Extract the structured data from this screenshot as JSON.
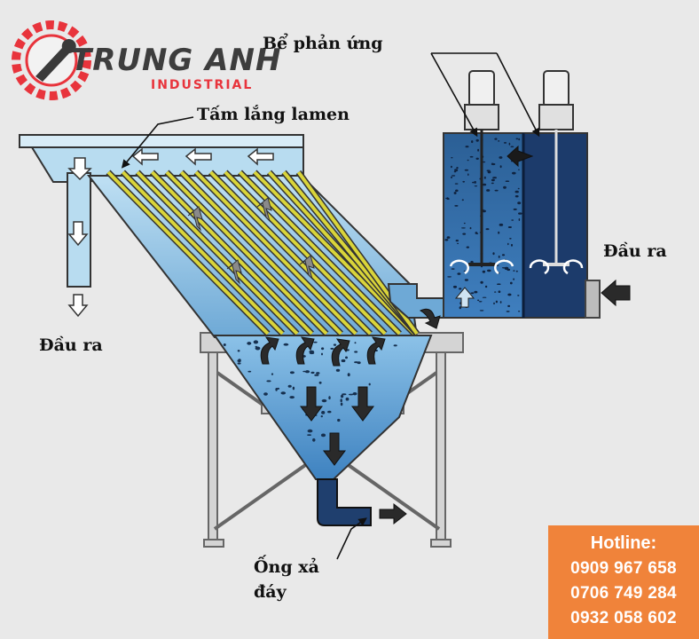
{
  "logo": {
    "brand": "TRUNG ANH",
    "sub": "INDUSTRIAL",
    "colors": {
      "red": "#e8343c",
      "dark": "#444444"
    }
  },
  "labels": {
    "reaction_tank": "Bể phản ứng",
    "lamella_plates": "Tấm lắng lamen",
    "outlet_left": "Đầu ra",
    "outlet_right": "Đầu ra",
    "drain_line1": "Ống xả",
    "drain_line2": "đáy"
  },
  "hotline": {
    "title": "Hotline:",
    "phones": [
      "0909 967 658",
      "0706 749 284",
      "0932 058 602"
    ],
    "bg": "#f0833a"
  },
  "colors": {
    "water_light": "#b9dbee",
    "water_mid": "#5a9bd0",
    "water_dark": "#1c3b6b",
    "plate_yellow": "#d9d43a",
    "steel": "#c8c8c8"
  }
}
